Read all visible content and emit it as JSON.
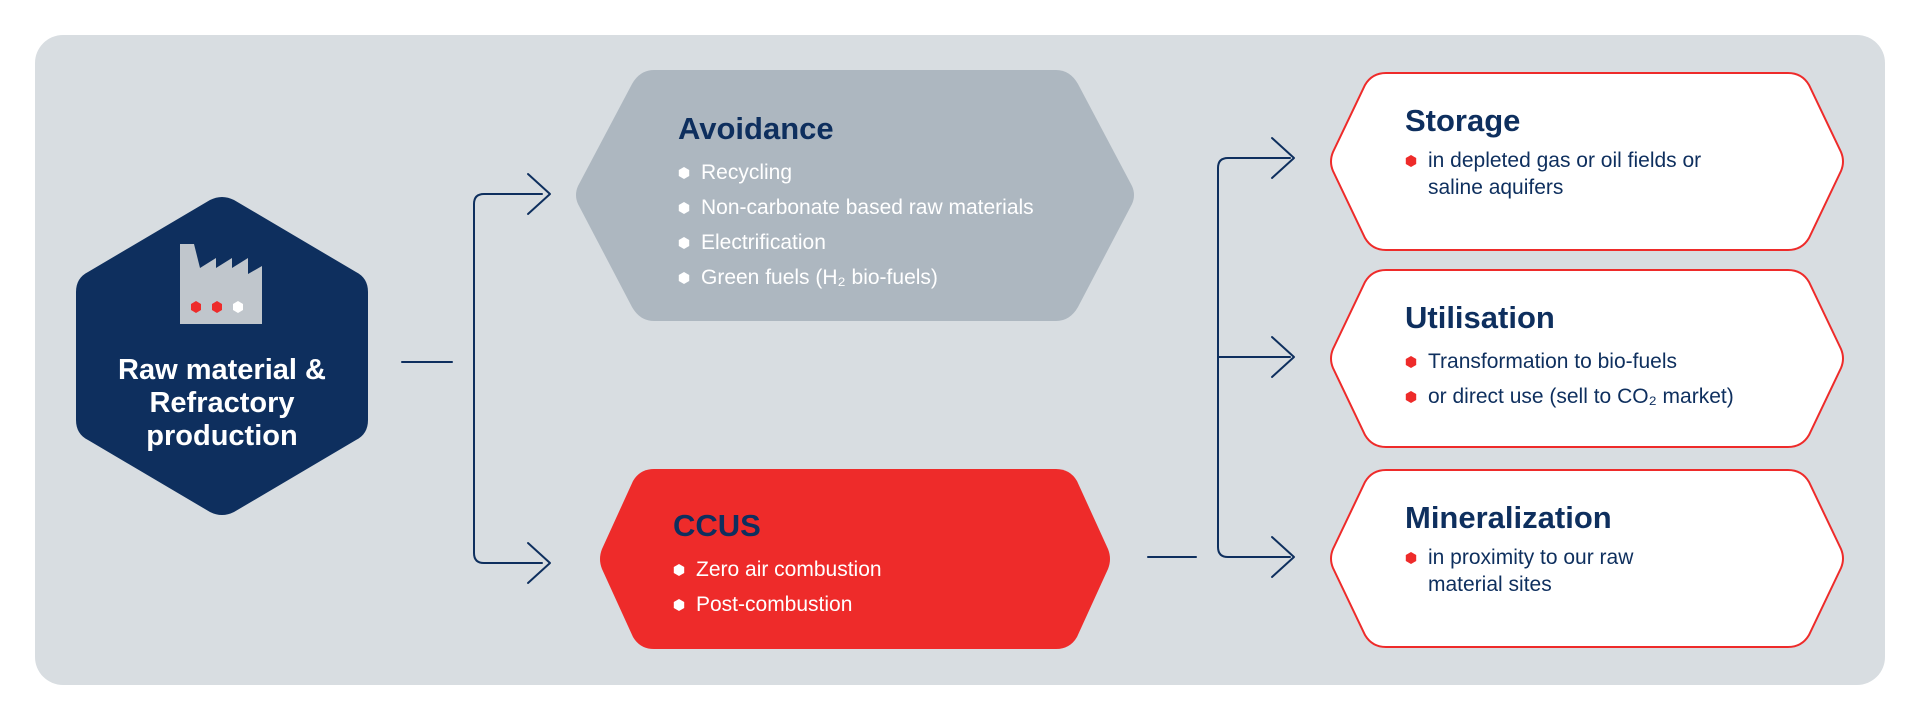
{
  "source": {
    "title": "Raw material & Refractory production",
    "icon": "factory-icon",
    "fill_color": "#0e2f5e"
  },
  "avoidance": {
    "title": "Avoidance",
    "items": [
      "Recycling",
      "Non-carbonate based raw materials",
      "Electrification",
      "Green fuels (H₂ bio-fuels)"
    ],
    "fill_color": "#adb7c0"
  },
  "ccus": {
    "title": "CCUS",
    "items": [
      "Zero air combustion",
      "Post-combustion"
    ],
    "fill_color": "#ee2b2a"
  },
  "storage": {
    "title": "Storage",
    "items": [
      "in depleted gas or oil fields or saline aquifers"
    ]
  },
  "utilisation": {
    "title": "Utilisation",
    "items": [
      "Transformation to bio-fuels",
      "or direct use (sell to CO₂ market)"
    ]
  },
  "mineralization": {
    "title": "Mineralization",
    "items": [
      "in proximity to our raw material sites"
    ]
  },
  "colors": {
    "navy": "#0e2f5e",
    "red": "#ee2b2a",
    "panel": "#d8dde1",
    "line": "#0e2f5e"
  }
}
